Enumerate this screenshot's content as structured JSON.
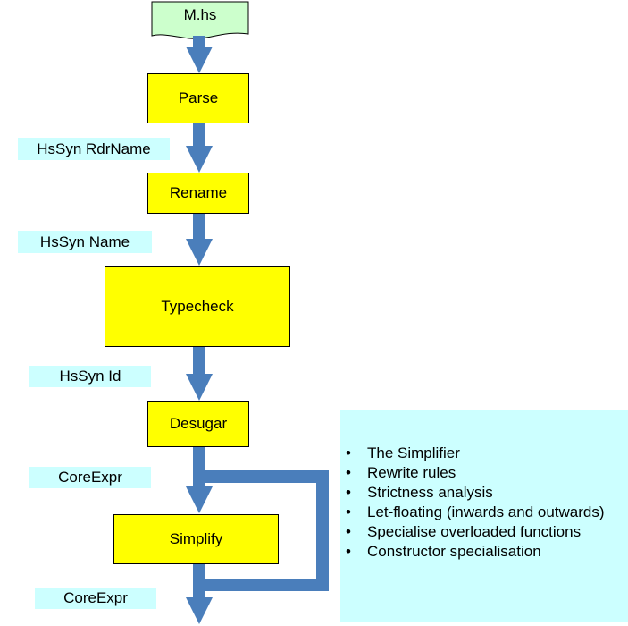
{
  "input_file": "M.hs",
  "stages": {
    "parse": "Parse",
    "rename": "Rename",
    "typecheck": "Typecheck",
    "desugar": "Desugar",
    "simplify": "Simplify"
  },
  "types": {
    "after_parse": "HsSyn RdrName",
    "after_rename": "HsSyn Name",
    "after_typecheck": "HsSyn Id",
    "after_desugar": "CoreExpr",
    "after_simplify": "CoreExpr"
  },
  "simplifier_notes": {
    "items": [
      "The Simplifier",
      "Rewrite rules",
      "Strictness analysis",
      "Let-floating (inwards and outwards)",
      "Specialise overloaded functions",
      "Constructor specialisation"
    ]
  },
  "colors": {
    "stage_fill": "#ffff00",
    "type_label_fill": "#ccffff",
    "arrow": "#4a7ebb",
    "file_fill": "#ccffcc"
  }
}
